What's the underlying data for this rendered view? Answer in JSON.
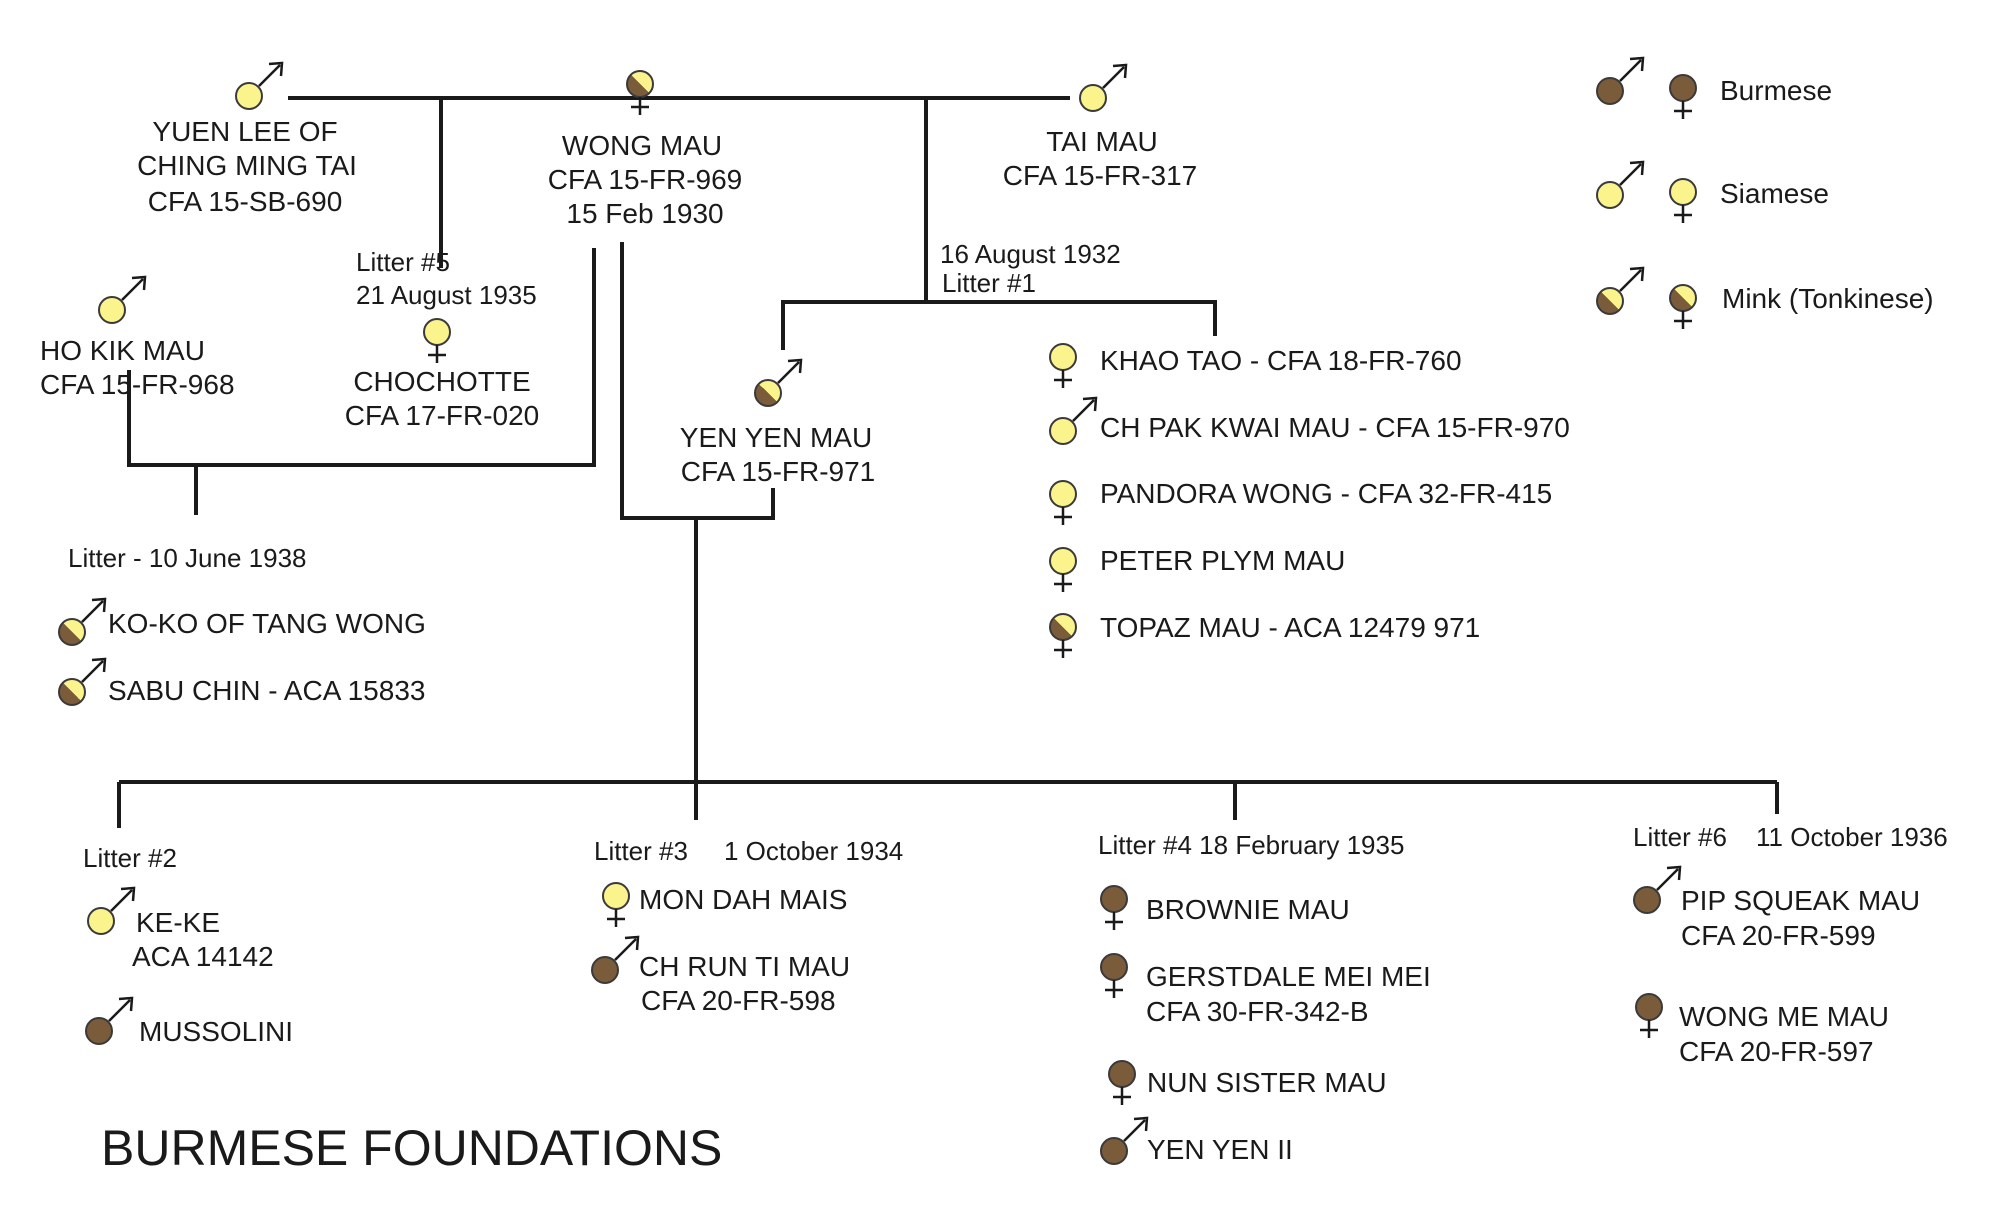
{
  "title": "BURMESE FOUNDATIONS",
  "colors": {
    "burmese": "#7a5b3a",
    "siamese": "#fbf38c",
    "line": "#1a1a1a",
    "outline": "#3a3a3a"
  },
  "legend": [
    {
      "label": "Burmese",
      "breed": "burmese"
    },
    {
      "label": "Siamese",
      "breed": "siamese"
    },
    {
      "label": "Mink (Tonkinese)",
      "breed": "mink"
    }
  ],
  "founders": {
    "yuen_lee": {
      "name1": "YUEN LEE OF",
      "name2": "CHING MING TAI",
      "reg": "CFA 15-SB-690",
      "sex": "male",
      "breed": "siamese"
    },
    "wong_mau": {
      "name": "WONG MAU",
      "reg": "CFA 15-FR-969",
      "date": "15 Feb 1930",
      "sex": "female",
      "breed": "mink"
    },
    "tai_mau": {
      "name": "TAI MAU",
      "reg": "CFA 15-FR-317",
      "sex": "male",
      "breed": "siamese"
    },
    "ho_kik_mau": {
      "name": "HO KIK MAU",
      "reg": "CFA 15-FR-968",
      "sex": "male",
      "breed": "siamese"
    }
  },
  "litter5": {
    "label": "Litter #5",
    "date": "21 August 1935",
    "cat": {
      "name": "CHOCHOTTE",
      "reg": "CFA 17-FR-020",
      "sex": "female",
      "breed": "siamese"
    }
  },
  "litter1": {
    "date": "16 August 1932",
    "label": "Litter #1",
    "yen_yen": {
      "name": "YEN YEN MAU",
      "reg": "CFA 15-FR-971",
      "sex": "male",
      "breed": "mink"
    },
    "cats": [
      {
        "text": "KHAO TAO - CFA 18-FR-760",
        "sex": "female",
        "breed": "siamese"
      },
      {
        "text": "CH PAK KWAI MAU - CFA 15-FR-970",
        "sex": "male",
        "breed": "siamese"
      },
      {
        "text": "PANDORA WONG - CFA 32-FR-415",
        "sex": "female",
        "breed": "siamese"
      },
      {
        "text": "PETER PLYM MAU",
        "sex": "female",
        "breed": "siamese"
      },
      {
        "text": "TOPAZ MAU - ACA 12479 971",
        "sex": "female",
        "breed": "mink"
      }
    ]
  },
  "litter1938": {
    "label": "Litter - 10 June 1938",
    "cats": [
      {
        "text": "KO-KO OF TANG WONG",
        "sex": "male",
        "breed": "mink"
      },
      {
        "text": "SABU CHIN - ACA 15833",
        "sex": "male",
        "breed": "mink"
      }
    ]
  },
  "litter2": {
    "label": "Litter #2",
    "cats": [
      {
        "name": "KE-KE",
        "reg": "ACA 14142",
        "sex": "male",
        "breed": "siamese"
      },
      {
        "name": "MUSSOLINI",
        "sex": "male",
        "breed": "burmese"
      }
    ]
  },
  "litter3": {
    "label": "Litter #3",
    "date": "1 October 1934",
    "cats": [
      {
        "name": "MON DAH MAIS",
        "sex": "female",
        "breed": "siamese"
      },
      {
        "name": "CH RUN TI MAU",
        "reg": "CFA 20-FR-598",
        "sex": "male",
        "breed": "burmese"
      }
    ]
  },
  "litter4": {
    "label": "Litter #4 18 February 1935",
    "cats": [
      {
        "name": "BROWNIE MAU",
        "sex": "female",
        "breed": "burmese"
      },
      {
        "name": "GERSTDALE MEI MEI",
        "reg": "CFA 30-FR-342-B",
        "sex": "female",
        "breed": "burmese"
      },
      {
        "name": "NUN SISTER MAU",
        "sex": "female",
        "breed": "burmese"
      },
      {
        "name": "YEN YEN II",
        "sex": "male",
        "breed": "burmese"
      }
    ]
  },
  "litter6": {
    "label": "Litter #6",
    "date": "11 October 1936",
    "cats": [
      {
        "name": "PIP SQUEAK MAU",
        "reg": "CFA 20-FR-599",
        "sex": "male",
        "breed": "burmese"
      },
      {
        "name": "WONG ME MAU",
        "reg": "CFA 20-FR-597",
        "sex": "female",
        "breed": "burmese"
      }
    ]
  }
}
